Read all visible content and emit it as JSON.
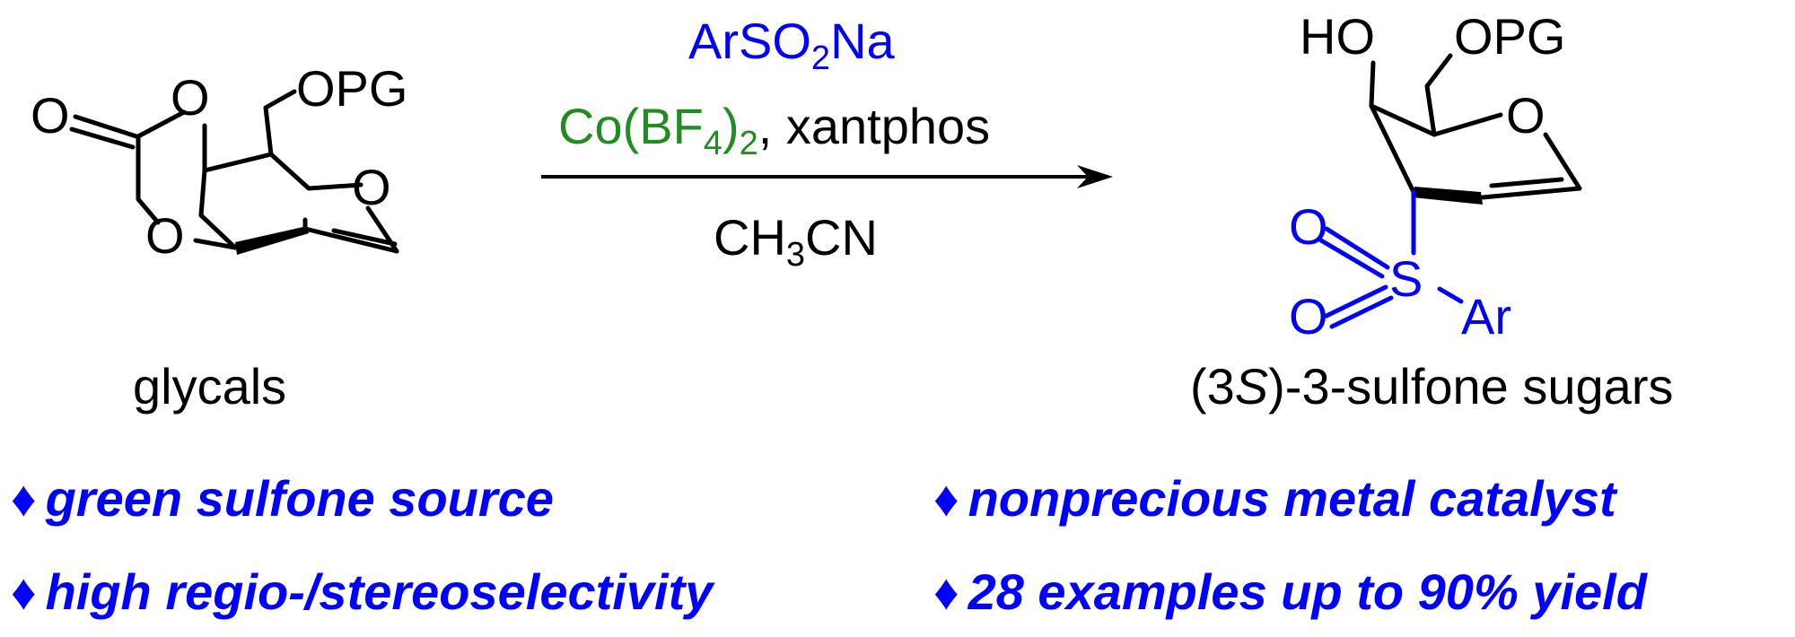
{
  "reaction": {
    "reagent_top_prefix": "ArSO",
    "reagent_top_sub": "2",
    "reagent_top_suffix": "Na",
    "catalyst_prefix": "Co(BF",
    "catalyst_sub1": "4",
    "catalyst_close": ")",
    "catalyst_sub2": "2",
    "ligand": ", xantphos",
    "solvent_prefix": "CH",
    "solvent_sub": "3",
    "solvent_suffix": "CN"
  },
  "labels": {
    "substrate": "glycals",
    "product_prefix": "(3",
    "product_italic": "S",
    "product_suffix": ")-3-sulfone sugars"
  },
  "atoms": {
    "o": "O",
    "opg": "OPG",
    "ho": "HO",
    "s": "S",
    "ar": "Ar"
  },
  "features": [
    {
      "symbol": "♦",
      "text": "green sulfone source"
    },
    {
      "symbol": "♦",
      "text": "nonprecious metal catalyst"
    },
    {
      "symbol": "♦",
      "text": "high regio-/stereoselectivity"
    },
    {
      "symbol": "♦",
      "text": "28 examples up to 90% yield"
    }
  ],
  "colors": {
    "blue": "#0000ff",
    "green": "#228b22",
    "black": "#000000"
  }
}
